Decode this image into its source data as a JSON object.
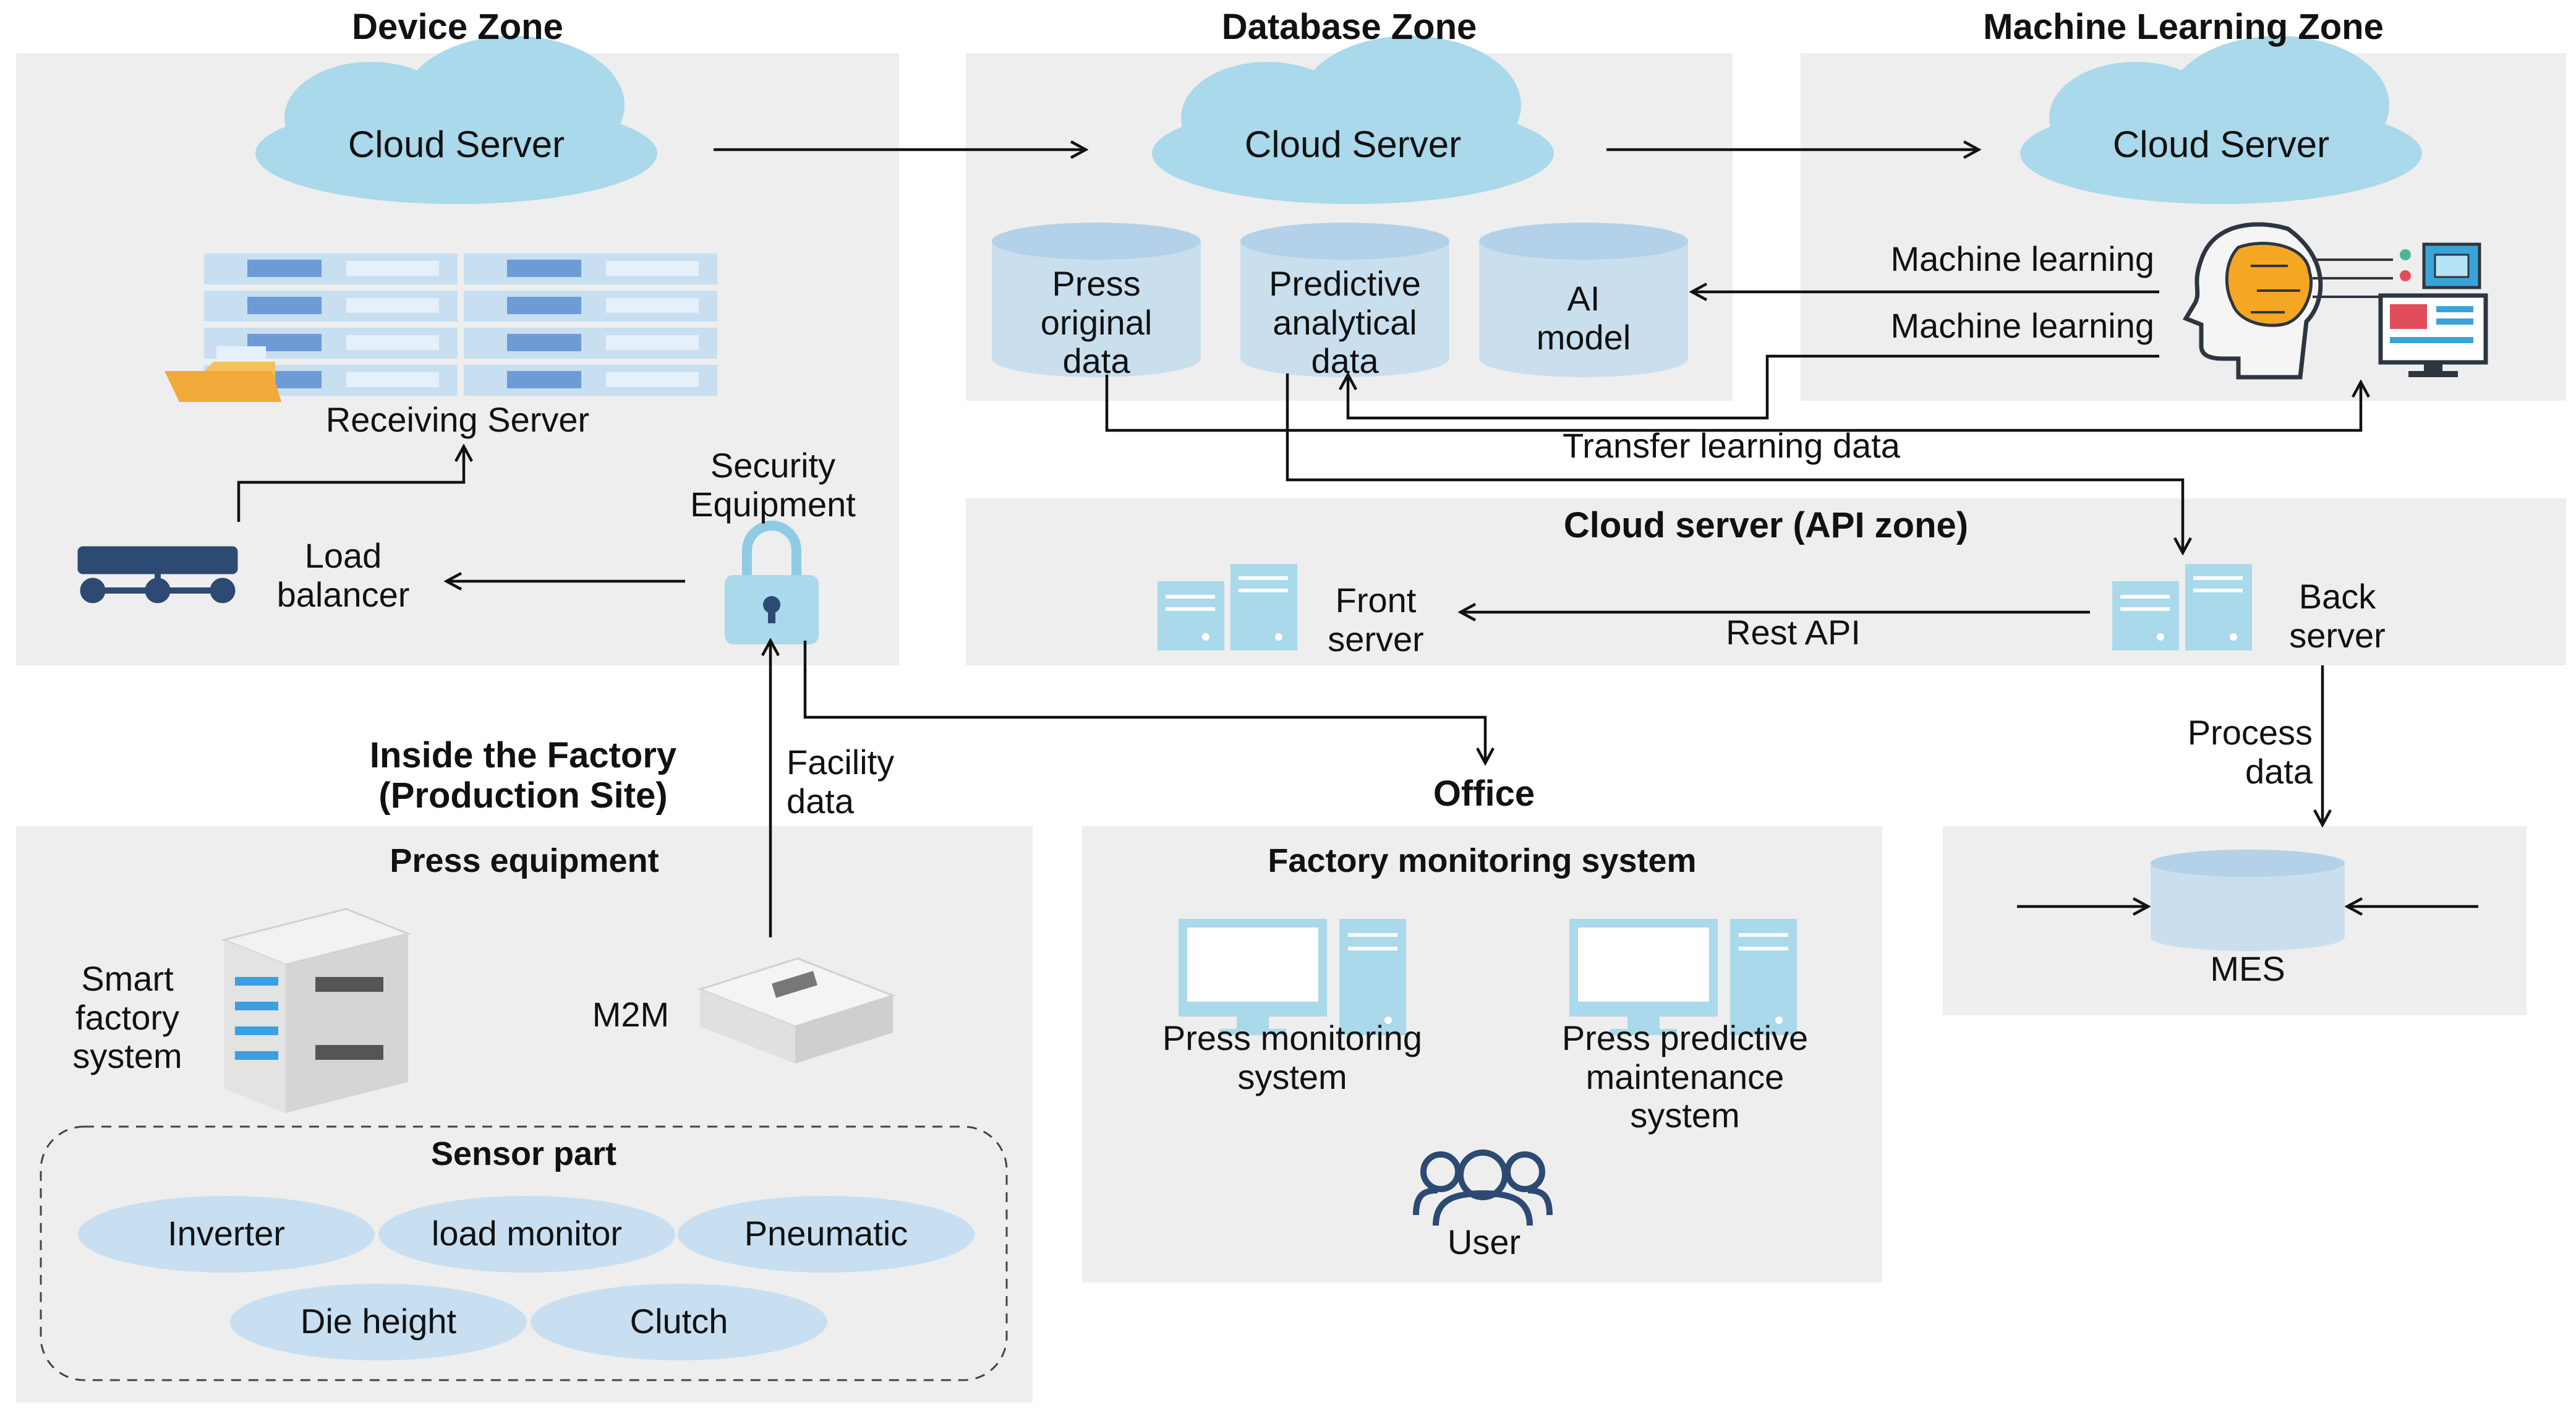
{
  "zones": {
    "device": {
      "title": "Device Zone",
      "cloud": "Cloud Server",
      "receiving_server": "Receiving Server",
      "security": "Security\nEquipment",
      "load_balancer": "Load\nbalancer"
    },
    "database": {
      "title": "Database Zone",
      "cloud": "Cloud Server",
      "db_press": "Press\noriginal\ndata",
      "db_predictive": "Predictive\nanalytical\ndata",
      "db_ai": "AI\nmodel"
    },
    "ml": {
      "title": "Machine Learning Zone",
      "cloud": "Cloud Server",
      "ml_label_1": "Machine learning",
      "ml_label_2": "Machine learning"
    },
    "api": {
      "title": "Cloud server (API zone)",
      "front": "Front\nserver",
      "back": "Back\nserver",
      "rest": "Rest API"
    },
    "factory": {
      "title": "Inside the Factory\n(Production Site)",
      "press_title": "Press equipment",
      "smart": "Smart\nfactory\nsystem",
      "m2m": "M2M",
      "sensor_title": "Sensor part",
      "sensors": [
        "Inverter",
        "load monitor",
        "Pneumatic",
        "Die height",
        "Clutch"
      ]
    },
    "office": {
      "title": "Office",
      "system_title": "Factory monitoring system",
      "monitor_1": "Press monitoring\nsystem",
      "monitor_2": "Press predictive\nmaintenance\nsystem",
      "user": "User"
    },
    "mes": {
      "label": "MES"
    }
  },
  "flows": {
    "transfer": "Transfer learning data",
    "facility": "Facility\ndata",
    "process": "Process\ndata"
  },
  "colors": {
    "zone_bg": "#eeeeee",
    "light_blue": "#a9d9ea",
    "pale_blue": "#c7dff0",
    "db_blue": "#c9dfee",
    "navy": "#2d4a73",
    "folder": "#f5c15a"
  }
}
